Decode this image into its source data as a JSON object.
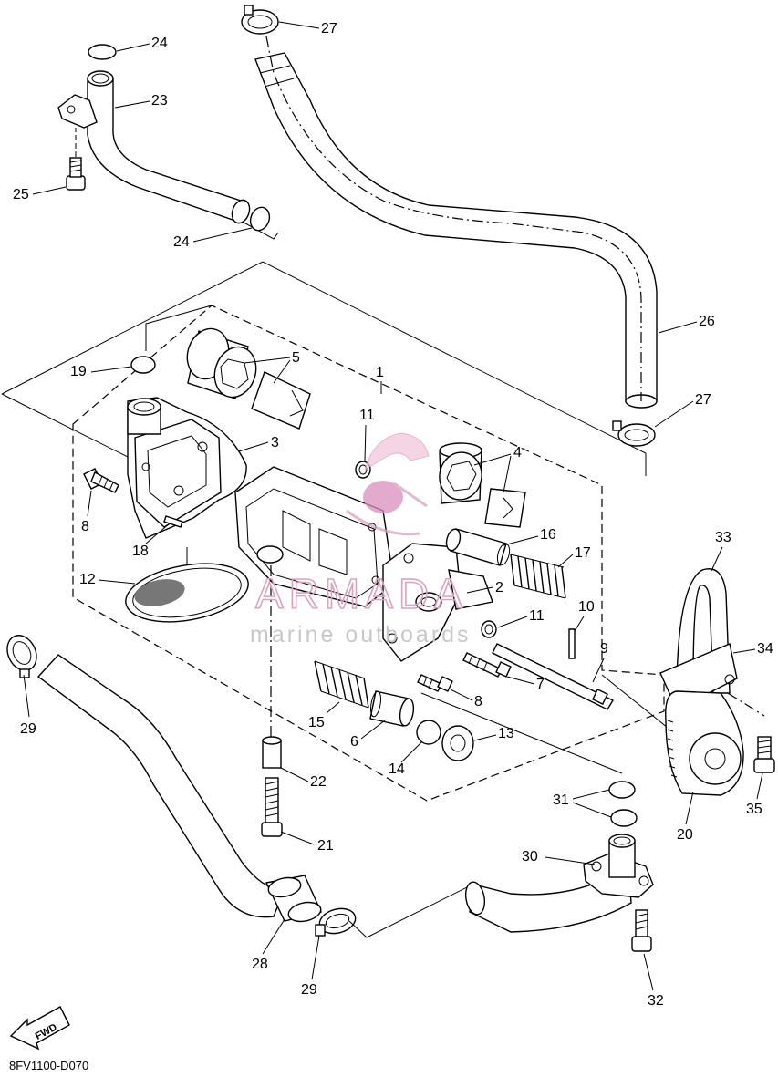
{
  "diagram_code": "8FV1100-D070",
  "fwd_label": "FWD",
  "watermark": {
    "brand": "ARMADA",
    "tagline": "marine outboards",
    "color": "#d9a3c0"
  },
  "callouts": {
    "c1": "1",
    "c2": "2",
    "c3": "3",
    "c4": "4",
    "c5": "5",
    "c6": "6",
    "c7": "7",
    "c8a": "8",
    "c8b": "8",
    "c9": "9",
    "c10": "10",
    "c11a": "11",
    "c11b": "11",
    "c12": "12",
    "c13": "13",
    "c14": "14",
    "c15": "15",
    "c16": "16",
    "c17": "17",
    "c18": "18",
    "c19": "19",
    "c20": "20",
    "c21": "21",
    "c22": "22",
    "c23": "23",
    "c24a": "24",
    "c24b": "24",
    "c25": "25",
    "c26": "26",
    "c27a": "27",
    "c27b": "27",
    "c28": "28",
    "c29a": "29",
    "c29b": "29",
    "c30": "30",
    "c31": "31",
    "c32": "32",
    "c33": "33",
    "c34": "34",
    "c35": "35"
  }
}
